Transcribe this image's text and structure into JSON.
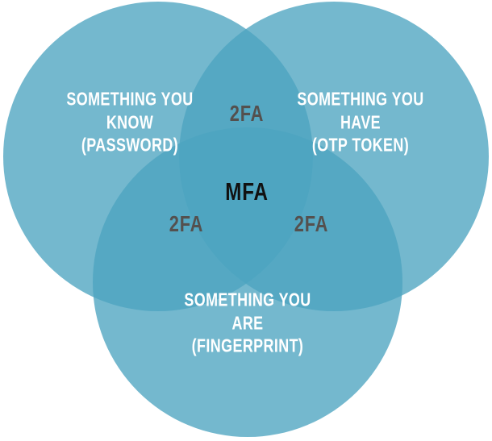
{
  "colors": {
    "background": "#ffffff",
    "circle_fill": "rgba(77, 164, 192, 0.78)",
    "circle_label_text": "#ffffff",
    "overlap_label_text": "#54504e",
    "center_label_text": "#111111"
  },
  "venn": {
    "circles": [
      {
        "id": "something-you-know",
        "lines": [
          "SOMETHING YOU",
          "KNOW",
          "(PASSWORD)"
        ]
      },
      {
        "id": "something-you-have",
        "lines": [
          "SOMETHING YOU",
          "HAVE",
          "(OTP TOKEN)"
        ]
      },
      {
        "id": "something-you-are",
        "lines": [
          "SOMETHING YOU",
          "ARE",
          "(FINGERPRINT)"
        ]
      }
    ],
    "overlaps": {
      "top": {
        "label": "2FA"
      },
      "left": {
        "label": "2FA"
      },
      "right": {
        "label": "2FA"
      }
    },
    "center": {
      "label": "MFA"
    }
  }
}
